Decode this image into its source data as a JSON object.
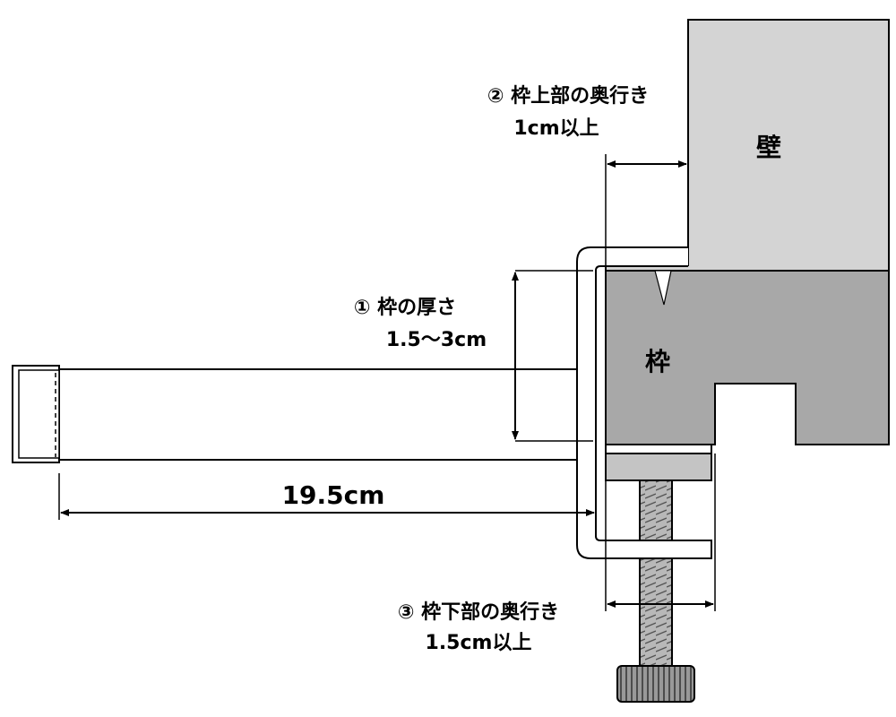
{
  "labels": {
    "wall": "壁",
    "frame": "枠",
    "frame_thickness_title": "① 枠の厚さ",
    "frame_thickness_value": "1.5～3cm",
    "upper_depth_title": "② 枠上部の奥行き",
    "upper_depth_value": "1cm以上",
    "lower_depth_title": "③ 枠下部の奥行き",
    "lower_depth_value": "1.5cm以上",
    "arm_length": "19.5cm"
  },
  "colors": {
    "wall": "#d4d4d4",
    "frame": "#a8a8a8",
    "pad": "#c4c4c4",
    "screw": "#b8b8b8",
    "knob": "#999999",
    "line": "#000000",
    "background": "#ffffff"
  }
}
